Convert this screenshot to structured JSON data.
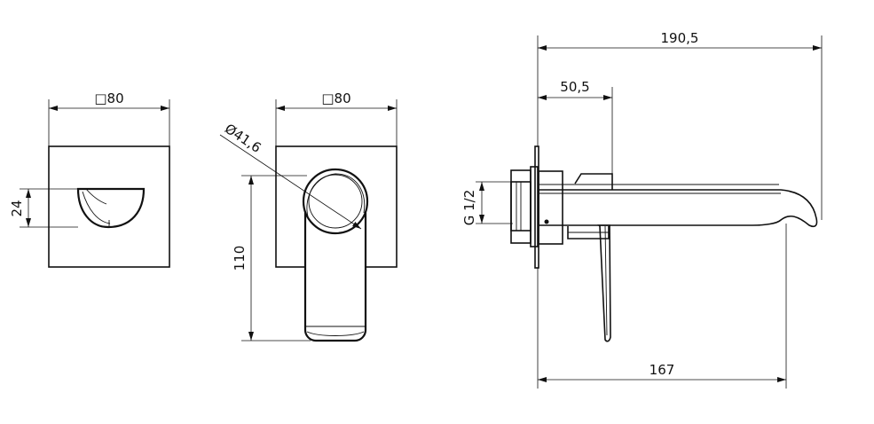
{
  "dimensions": {
    "front_width": "□80",
    "front_outlet_height": "24",
    "mid_width": "□80",
    "mid_handle_diameter": "Ø41,6",
    "mid_lever_height": "110",
    "side_overall_length": "190,5",
    "side_body_depth": "50,5",
    "side_spout_length": "167",
    "side_thread": "G 1/2"
  }
}
